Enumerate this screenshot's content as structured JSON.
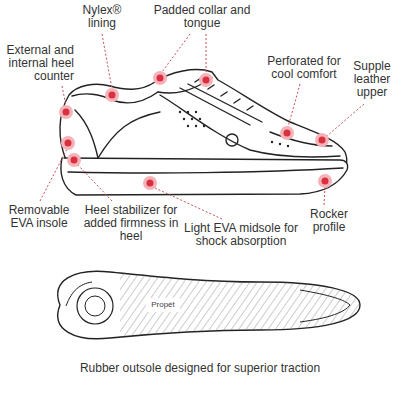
{
  "diagram": {
    "labels": [
      "Nylex® lining",
      "Padded collar and tongue",
      "External and internal heel counter",
      "Perforated for cool comfort",
      "Supple leather upper",
      "Removable EVA insole",
      "Heel stabilizer for added firmness in heel",
      "Light EVA midsole for shock absorption",
      "Rocker profile",
      "Propét",
      "Rubber outsole designed for superior traction"
    ]
  }
}
